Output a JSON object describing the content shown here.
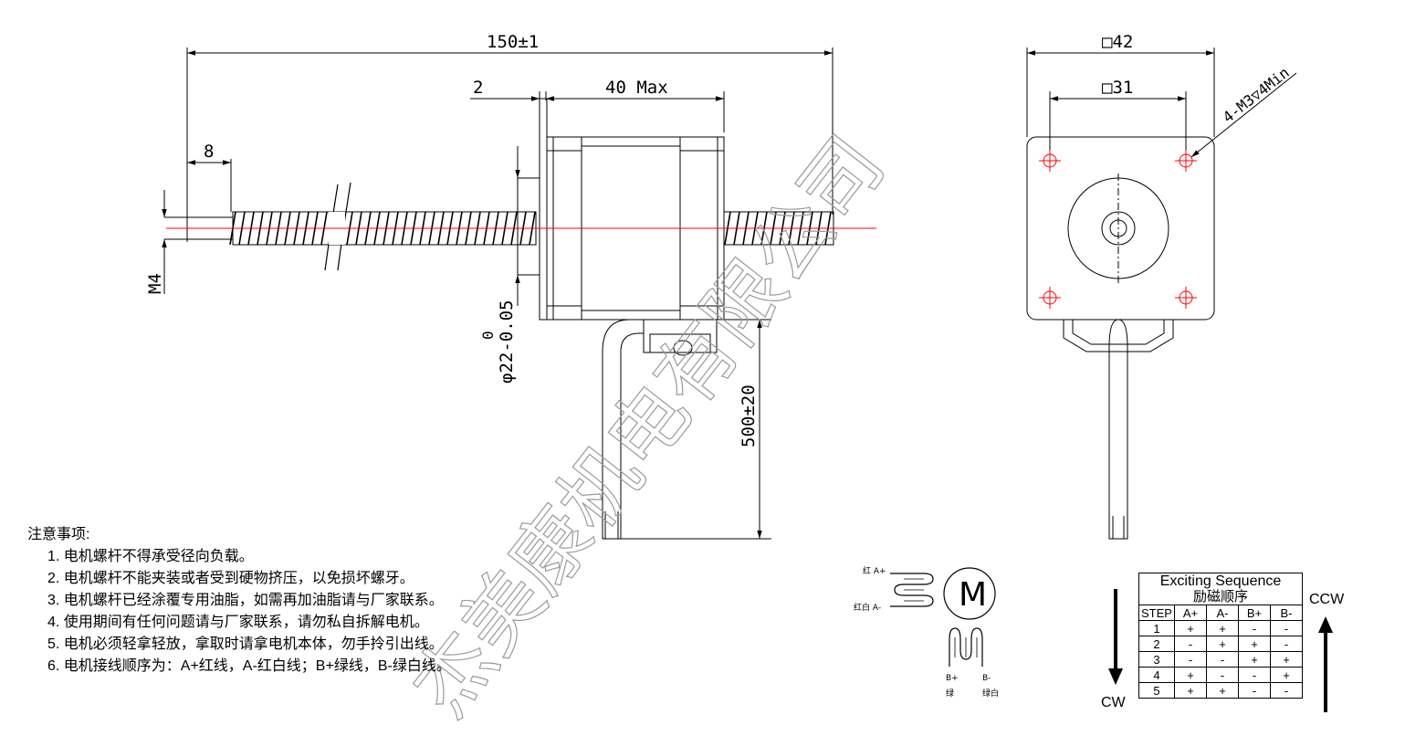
{
  "dimensions": {
    "total_length": "150±1",
    "thread_end": "8",
    "flange_thickness": "2",
    "body_length": "40 Max",
    "thread_size": "M4",
    "boss_dia_tol": "0",
    "boss_dia": "φ22-0.05",
    "lead_length": "500±20",
    "square_outer": "□42",
    "square_hole": "□31",
    "mount_holes": "4-M3▽4Min"
  },
  "notes": {
    "title": "注意事项:",
    "items": [
      "1. 电机螺杆不得承受径向负载。",
      "2. 电机螺杆不能夹装或者受到硬物挤压，以免损坏螺牙。",
      "3. 电机螺杆已经涂覆专用油脂，如需再加油脂请与厂家联系。",
      "4. 使用期间有任何问题请与厂家联系，请勿私自拆解电机。",
      "5. 电机必须轻拿轻放，拿取时请拿电机本体，勿手拎引出线。",
      "6. 电机接线顺序为：A+红线，A-红白线；B+绿线，B-绿白线。"
    ]
  },
  "wiring": {
    "motor_symbol": "M",
    "a_plus": "红 A+",
    "a_minus": "红白 A-",
    "b_plus": "B+",
    "b_plus_color": "绿",
    "b_minus": "B-",
    "b_minus_color": "绿白"
  },
  "sequence": {
    "title": "Exciting Sequence",
    "subtitle": "励磁顺序",
    "columns": [
      "STEP",
      "A+",
      "A-",
      "B+",
      "B-"
    ],
    "rows": [
      [
        "1",
        "+",
        "+",
        "-",
        "-"
      ],
      [
        "2",
        "-",
        "+",
        "+",
        "-"
      ],
      [
        "3",
        "-",
        "-",
        "+",
        "+"
      ],
      [
        "4",
        "+",
        "-",
        "-",
        "+"
      ],
      [
        "5",
        "+",
        "+",
        "-",
        "-"
      ]
    ],
    "ccw": "CCW",
    "cw": "CW"
  },
  "watermark": "杰美康机电有限公司",
  "colors": {
    "center_line": "#ff0000",
    "hole_marks": "#ff0000",
    "lines": "#000000"
  }
}
